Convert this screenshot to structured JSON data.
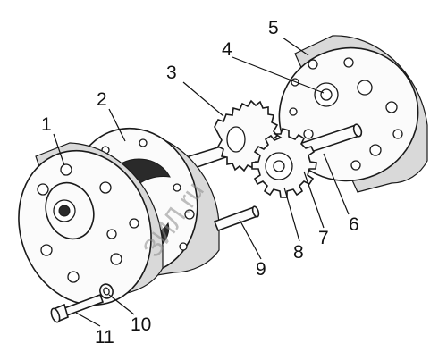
{
  "figure": {
    "labels": [
      {
        "id": "1",
        "text": "1"
      },
      {
        "id": "2",
        "text": "2"
      },
      {
        "id": "3",
        "text": "3"
      },
      {
        "id": "4",
        "text": "4"
      },
      {
        "id": "5",
        "text": "5"
      },
      {
        "id": "6",
        "text": "6"
      },
      {
        "id": "7",
        "text": "7"
      },
      {
        "id": "8",
        "text": "8"
      },
      {
        "id": "9",
        "text": "9"
      },
      {
        "id": "10",
        "text": "10"
      },
      {
        "id": "11",
        "text": "11"
      }
    ],
    "watermark": "ЗИЛ.ru"
  },
  "colors": {
    "line": "#1a1a1a",
    "background": "#ffffff",
    "shade": "#d9d9d9"
  }
}
